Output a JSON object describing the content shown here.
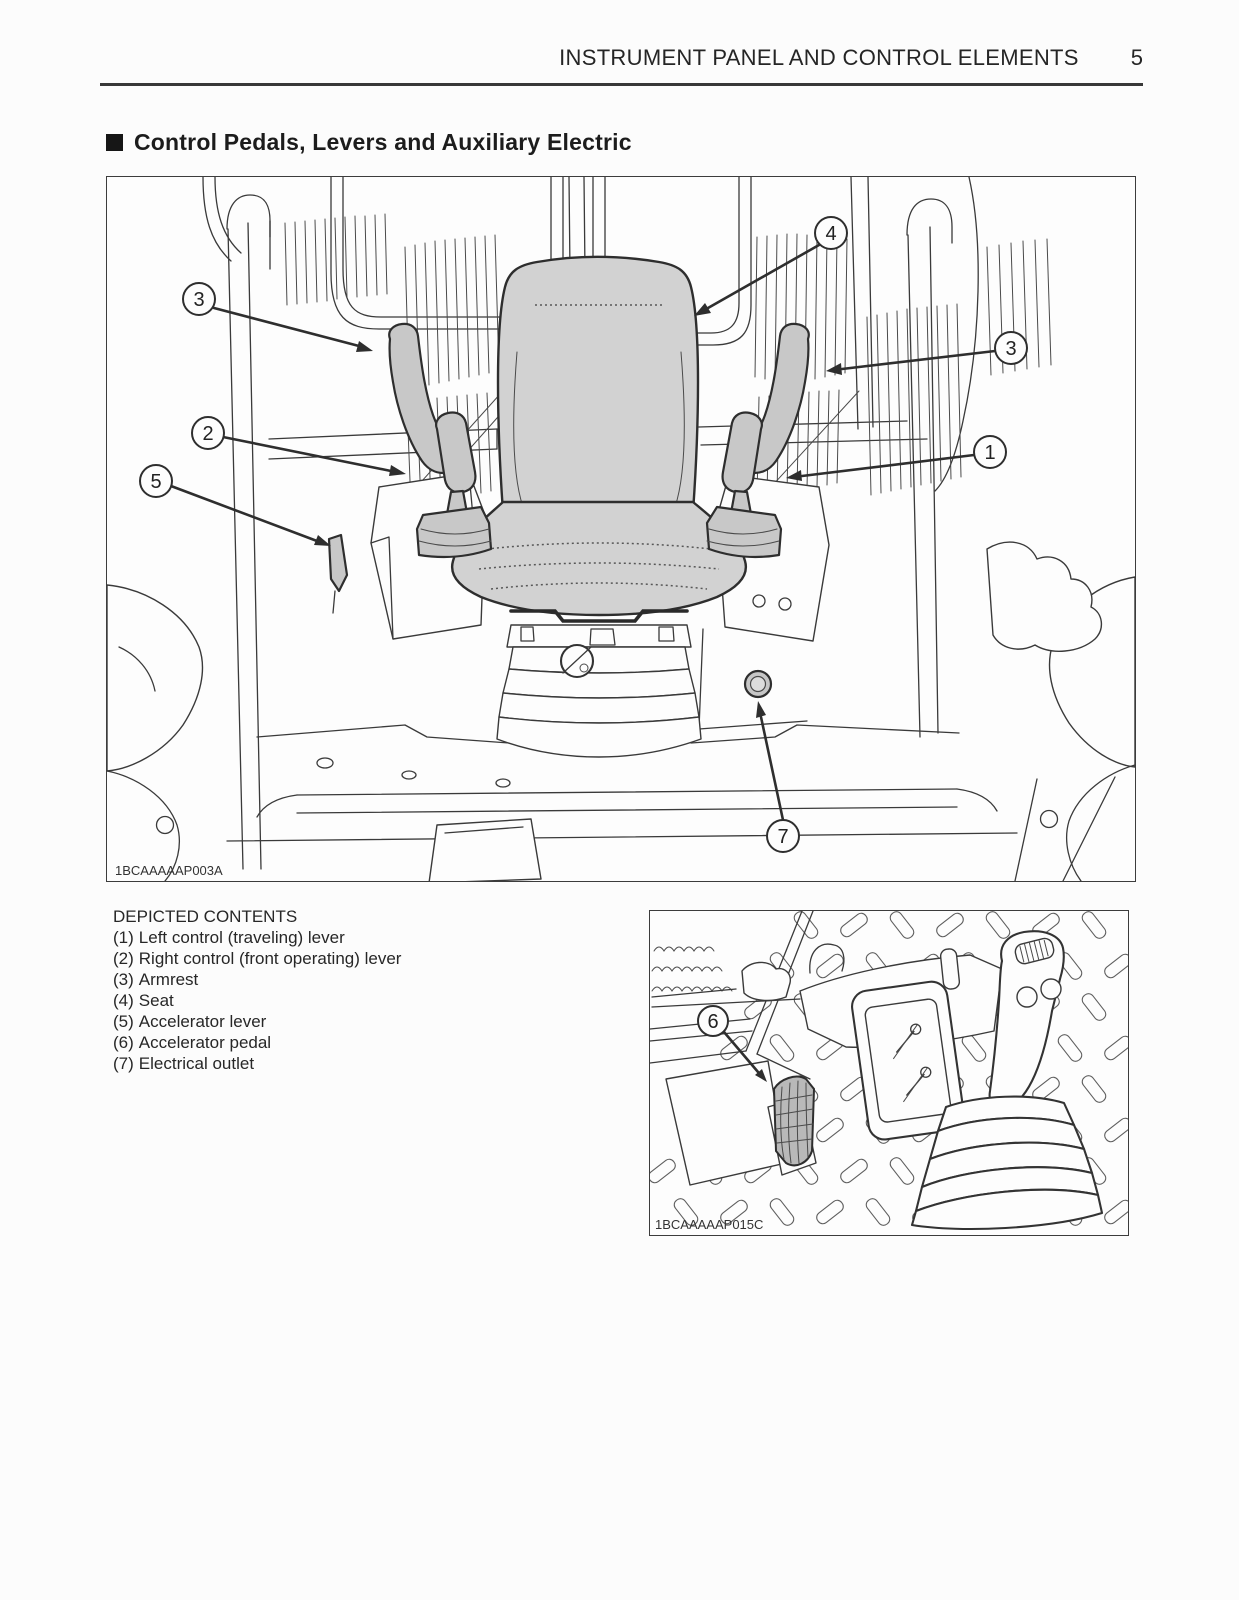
{
  "header": {
    "title": "INSTRUMENT PANEL AND CONTROL ELEMENTS",
    "page_number": "5"
  },
  "section_title": "Control Pedals, Levers and Auxiliary Electric",
  "figures": {
    "main": {
      "code": "1BCAAAAAP003A",
      "callouts": {
        "c1": "1",
        "c2": "2",
        "c3a": "3",
        "c3b": "3",
        "c4": "4",
        "c5": "5",
        "c7": "7"
      }
    },
    "pedal": {
      "code": "1BCAAAAAP015C",
      "callouts": {
        "c6": "6"
      }
    }
  },
  "depicted_contents": {
    "heading": "DEPICTED CONTENTS",
    "items": [
      {
        "num": "(1)",
        "label": "Left control (traveling) lever"
      },
      {
        "num": "(2)",
        "label": "Right control (front operating) lever"
      },
      {
        "num": "(3)",
        "label": "Armrest"
      },
      {
        "num": "(4)",
        "label": "Seat"
      },
      {
        "num": "(5)",
        "label": "Accelerator lever"
      },
      {
        "num": "(6)",
        "label": "Accelerator pedal"
      },
      {
        "num": "(7)",
        "label": "Electrical outlet"
      }
    ]
  },
  "colors": {
    "line": "#3a3a3a",
    "shade": "#d2d2d2",
    "text": "#222222",
    "rule": "#383838"
  }
}
